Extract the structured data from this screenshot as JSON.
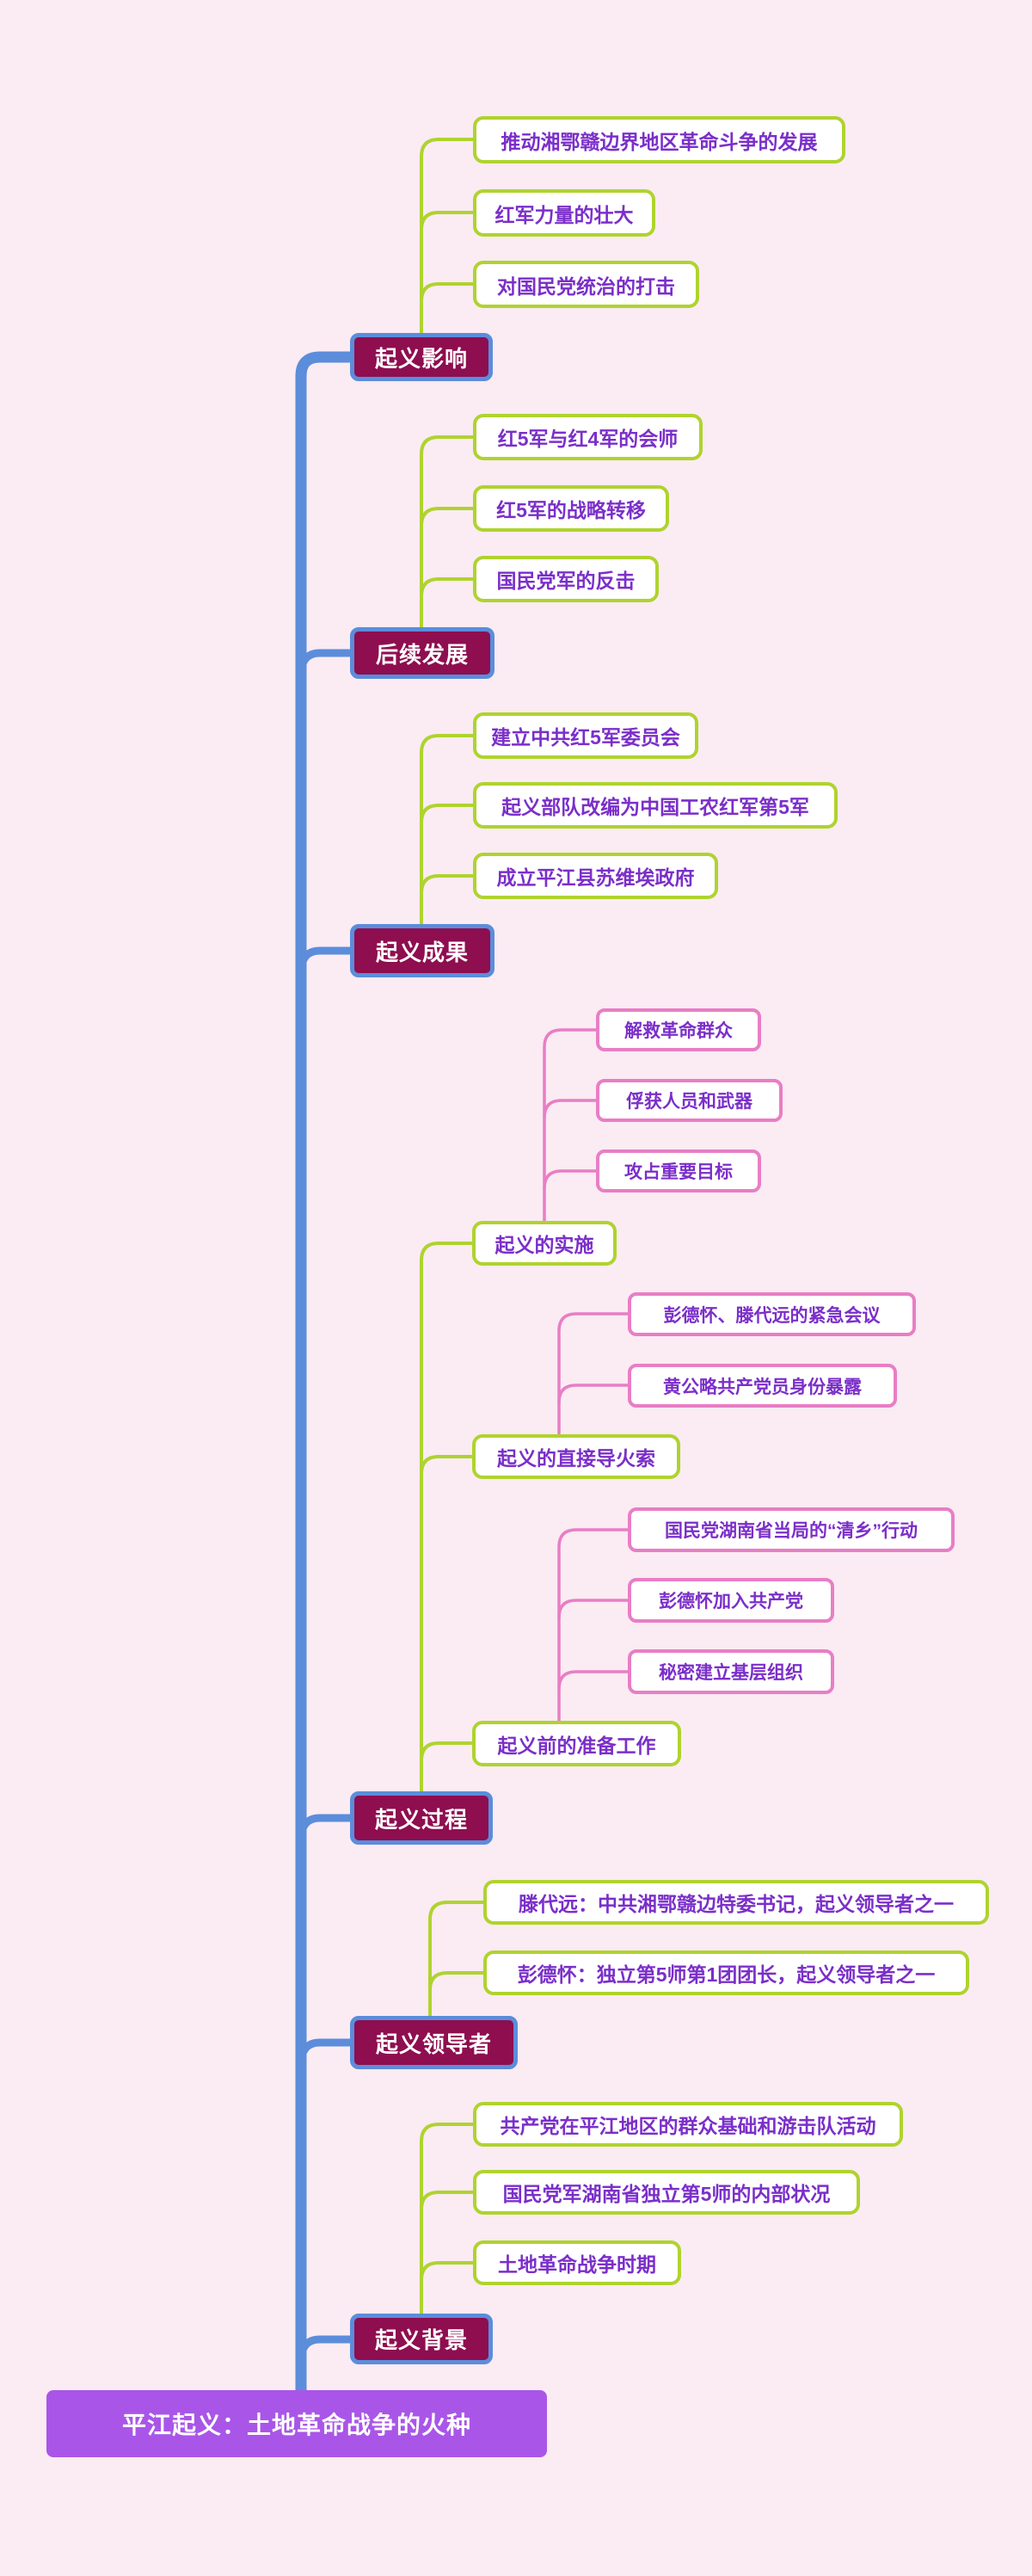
{
  "root": {
    "label": "平江起义：土地革命战争的火种"
  },
  "colors": {
    "background": "#FBEBF3",
    "root_bg": "#A956E8",
    "main_topic_bg": "#8E0E4F",
    "main_topic_border": "#5B8DDB",
    "spine_line": "#5B8DDB",
    "subtopic_border": "#AFD32F",
    "subtopic_line": "#AFD32F",
    "leaf_border": "#E87EC5",
    "leaf_line": "#E87EC5",
    "text_purple": "#7B2FC9",
    "text_white": "#FFFFFF"
  },
  "branches": [
    {
      "label": "起义影响",
      "children": [
        {
          "label": "推动湘鄂赣边界地区革命斗争的发展"
        },
        {
          "label": "红军力量的壮大"
        },
        {
          "label": "对国民党统治的打击"
        }
      ]
    },
    {
      "label": "后续发展",
      "children": [
        {
          "label": "红5军与红4军的会师"
        },
        {
          "label": "红5军的战略转移"
        },
        {
          "label": "国民党军的反击"
        }
      ]
    },
    {
      "label": "起义成果",
      "children": [
        {
          "label": "建立中共红5军委员会"
        },
        {
          "label": "起义部队改编为中国工农红军第5军"
        },
        {
          "label": "成立平江县苏维埃政府"
        }
      ]
    },
    {
      "label": "起义过程",
      "children": [
        {
          "label": "起义的实施",
          "children": [
            {
              "label": "解救革命群众"
            },
            {
              "label": "俘获人员和武器"
            },
            {
              "label": "攻占重要目标"
            }
          ]
        },
        {
          "label": "起义的直接导火索",
          "children": [
            {
              "label": "彭德怀、滕代远的紧急会议"
            },
            {
              "label": "黄公略共产党员身份暴露"
            }
          ]
        },
        {
          "label": "起义前的准备工作",
          "children": [
            {
              "label": "国民党湖南省当局的“清乡”行动"
            },
            {
              "label": "彭德怀加入共产党"
            },
            {
              "label": "秘密建立基层组织"
            }
          ]
        }
      ]
    },
    {
      "label": "起义领导者",
      "children": [
        {
          "label": "滕代远：中共湘鄂赣边特委书记，起义领导者之一"
        },
        {
          "label": "彭德怀：独立第5师第1团团长，起义领导者之一"
        }
      ]
    },
    {
      "label": "起义背景",
      "children": [
        {
          "label": "共产党在平江地区的群众基础和游击队活动"
        },
        {
          "label": "国民党军湖南省独立第5师的内部状况"
        },
        {
          "label": "土地革命战争时期"
        }
      ]
    }
  ]
}
